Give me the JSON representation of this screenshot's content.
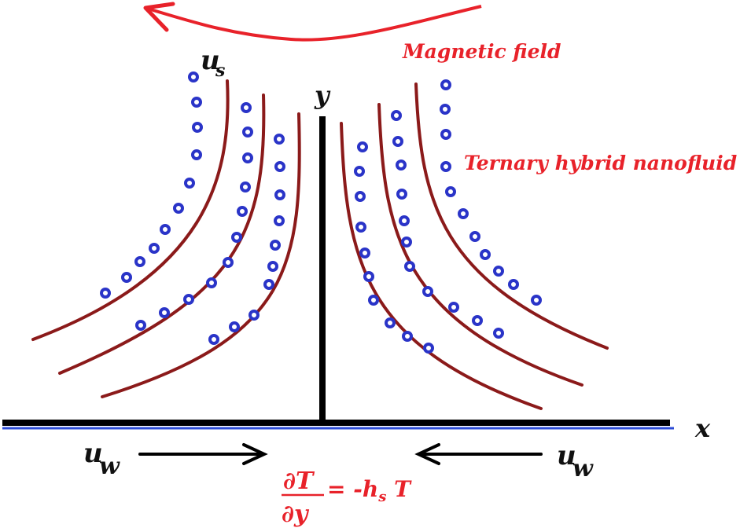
{
  "labels": {
    "magnetic_field": "Magnetic field",
    "fluid": "Ternary hybrid nanofluid",
    "y_axis": "y",
    "x_axis": "x",
    "u_s_main": "u",
    "u_s_sub": "s",
    "u_w_main": "u",
    "u_w_sub": "w",
    "bc_num_partial": "∂",
    "bc_num_var": "T",
    "bc_den_partial": "∂",
    "bc_den_var": "y",
    "bc_rhs_lead": "= -h",
    "bc_rhs_sub": "s",
    "bc_rhs_trail": " T"
  },
  "colors": {
    "magnetic": "#e8222a",
    "streamline": "#8b1a1a",
    "particle": "#2a34c8",
    "axis": "#000000",
    "wall_edge": "#2c4bd6"
  },
  "icons": {
    "field_arrow": "curved-arrow-left",
    "wall_arrow_left": "arrow-right",
    "wall_arrow_right": "arrow-left"
  }
}
